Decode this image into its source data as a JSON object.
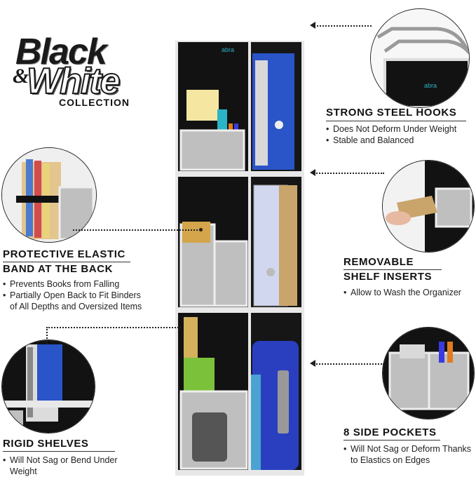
{
  "brand": {
    "line1": "Black",
    "ampersand": "&",
    "line2": "White",
    "subtitle": "COLLECTION",
    "logo_text": "abra"
  },
  "features": {
    "hooks": {
      "title": "STRONG STEEL HOOKS",
      "bullets": [
        "Does Not Deform Under Weight",
        "Stable and Balanced"
      ]
    },
    "elastic": {
      "title_line1": "PROTECTIVE ELASTIC",
      "title_line2": "BAND AT THE BACK",
      "bullets": [
        "Prevents Books from Falling",
        "Partially Open Back to Fit Binders of All Depths and Oversized Items"
      ]
    },
    "inserts": {
      "title_line1": "REMOVABLE",
      "title_line2": "SHELF INSERTS",
      "bullets": [
        "Allow to Wash the Organizer"
      ]
    },
    "pockets": {
      "title": "8 SIDE POCKETS",
      "bullets": [
        "Will Not Sag or Deform Thanks to Elastics on Edges"
      ]
    },
    "shelves": {
      "title": "RIGID SHELVES",
      "bullets": [
        "Will Not Sag or Bend Under Weight"
      ]
    }
  },
  "colors": {
    "fabric": "#121212",
    "trim": "#e8e8e8",
    "binder_blue": "#2a55c9",
    "mesh": "#bfbfbf",
    "accent_teal": "#2bb3c7"
  }
}
